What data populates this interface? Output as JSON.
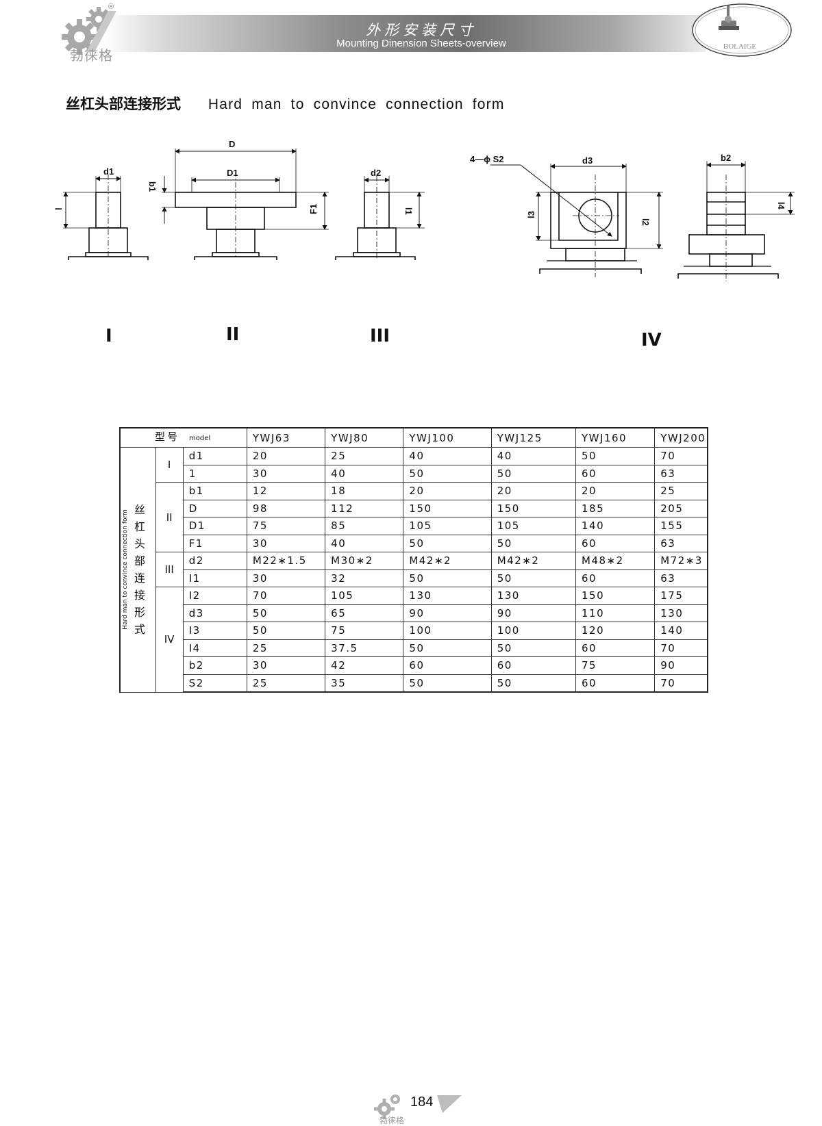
{
  "header": {
    "title_cn": "外形安装尺寸",
    "title_en": "Mounting Dinension Sheets-overview",
    "brand_cn": "勃徕格",
    "brand_en": "BOLAIGE",
    "registered": "®"
  },
  "section": {
    "title_cn": "丝杠头部连接形式",
    "title_en": "Hard man to convince connection form"
  },
  "drawings": {
    "forms": [
      "I",
      "II",
      "III",
      "IV"
    ],
    "labels": {
      "d1": "d1",
      "l": "l",
      "b1": "b1",
      "D": "D",
      "D1": "D1",
      "F1": "F1",
      "d2": "d2",
      "l1": "l1",
      "s2": "4—ϕ S2",
      "d3": "d3",
      "l3": "l3",
      "l2": "l2",
      "b2": "b2",
      "l4": "l4"
    }
  },
  "table": {
    "header_cn": "型号",
    "header_en": "model",
    "models": [
      "YWJ63",
      "YWJ80",
      "YWJ100",
      "YWJ125",
      "YWJ160",
      "YWJ200"
    ],
    "group_en": "Hard man to convince connection form",
    "group_cn": [
      "丝",
      "杠",
      "头",
      "部",
      "连",
      "接",
      "形",
      "式"
    ],
    "rows": [
      {
        "type": "I",
        "param": "d1",
        "values": [
          "20",
          "25",
          "40",
          "40",
          "50",
          "70"
        ]
      },
      {
        "type": "",
        "param": "1",
        "values": [
          "30",
          "40",
          "50",
          "50",
          "60",
          "63"
        ]
      },
      {
        "type": "II",
        "param": "b1",
        "values": [
          "12",
          "18",
          "20",
          "20",
          "20",
          "25"
        ]
      },
      {
        "type": "",
        "param": "D",
        "values": [
          "98",
          "112",
          "150",
          "150",
          "185",
          "205"
        ]
      },
      {
        "type": "",
        "param": "D1",
        "values": [
          "75",
          "85",
          "105",
          "105",
          "140",
          "155"
        ]
      },
      {
        "type": "",
        "param": "F1",
        "values": [
          "30",
          "40",
          "50",
          "50",
          "60",
          "63"
        ]
      },
      {
        "type": "III",
        "param": "d2",
        "values": [
          "M22∗1.5",
          "M30∗2",
          "M42∗2",
          "M42∗2",
          "M48∗2",
          "M72∗3"
        ]
      },
      {
        "type": "",
        "param": "I1",
        "values": [
          "30",
          "32",
          "50",
          "50",
          "60",
          "63"
        ]
      },
      {
        "type": "IV",
        "param": "I2",
        "values": [
          "70",
          "105",
          "130",
          "130",
          "150",
          "175"
        ]
      },
      {
        "type": "",
        "param": "d3",
        "values": [
          "50",
          "65",
          "90",
          "90",
          "110",
          "130"
        ]
      },
      {
        "type": "",
        "param": "I3",
        "values": [
          "50",
          "75",
          "100",
          "100",
          "120",
          "140"
        ]
      },
      {
        "type": "",
        "param": "I4",
        "values": [
          "25",
          "37.5",
          "50",
          "50",
          "60",
          "70"
        ]
      },
      {
        "type": "",
        "param": "b2",
        "values": [
          "30",
          "42",
          "60",
          "60",
          "75",
          "90"
        ]
      },
      {
        "type": "",
        "param": "S2",
        "values": [
          "25",
          "35",
          "50",
          "50",
          "60",
          "70"
        ]
      }
    ]
  },
  "footer": {
    "page_number": "184",
    "brand_cn": "勃徕格"
  }
}
